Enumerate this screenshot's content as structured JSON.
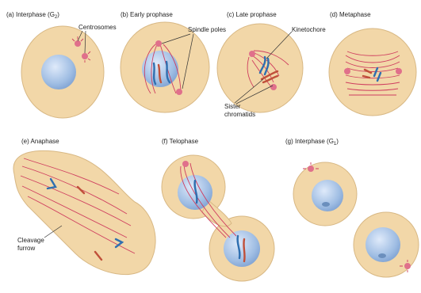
{
  "panels": {
    "a": {
      "title": "(a)  Interphase (G",
      "sub": "2",
      "close": ")"
    },
    "b": {
      "title": "(b)  Early prophase"
    },
    "c": {
      "title": "(c)  Late prophase"
    },
    "d": {
      "title": "(d)  Metaphase"
    },
    "e": {
      "title": "(e)  Anaphase"
    },
    "f": {
      "title": "(f)  Telophase"
    },
    "g": {
      "title": "(g)  Interphase (G",
      "sub": "1",
      "close": ")"
    }
  },
  "labels": {
    "centrosomes": "Centrosomes",
    "spindle_poles": "Spindle poles",
    "kinetochore": "Kinetochore",
    "sister_chromatids_1": "Sister",
    "sister_chromatids_2": "chromatids",
    "cleavage_furrow_1": "Cleavage",
    "cleavage_furrow_2": "furrow"
  },
  "colors": {
    "cytoplasm": "#f2d7a8",
    "nucleus": "#a9c4e6",
    "spindle_fibers": "#cf3e5f",
    "chromosome_blue": "#2f6fb0",
    "chromosome_red": "#c0503a"
  }
}
